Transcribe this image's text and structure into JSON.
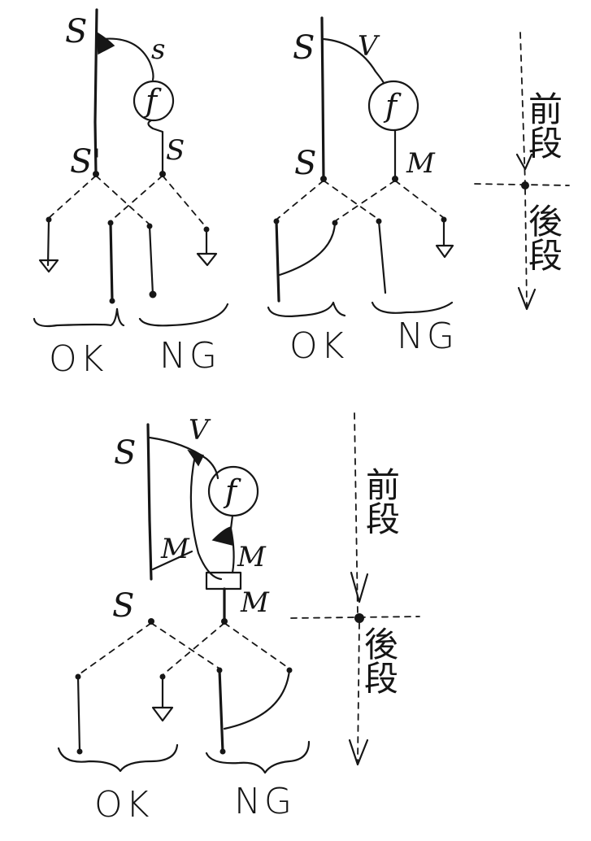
{
  "diagram_top_left": {
    "source_label_top": "S",
    "branch_label": "s",
    "function_label": "f",
    "output_label_right": "S",
    "output_label_left": "S'",
    "group_ok": "OK",
    "group_ng": "NG"
  },
  "diagram_top_middle": {
    "source_label_top": "S",
    "branch_label": "V",
    "function_label": "f",
    "output_label_left": "S",
    "output_label_right": "M",
    "group_ok": "OK",
    "group_ng": "NG"
  },
  "stage_axis_top": {
    "upper_stage": "前段",
    "lower_stage": "後段"
  },
  "diagram_bottom": {
    "source_label_top": "S",
    "branch_label": "V",
    "function_label": "f",
    "feedback_label": "M",
    "intermediate_label": "M",
    "output_label_left": "S",
    "output_label_right": "M",
    "group_ok": "OK",
    "group_ng": "NG"
  },
  "stage_axis_bottom": {
    "upper_stage": "前段",
    "lower_stage": "後段"
  }
}
